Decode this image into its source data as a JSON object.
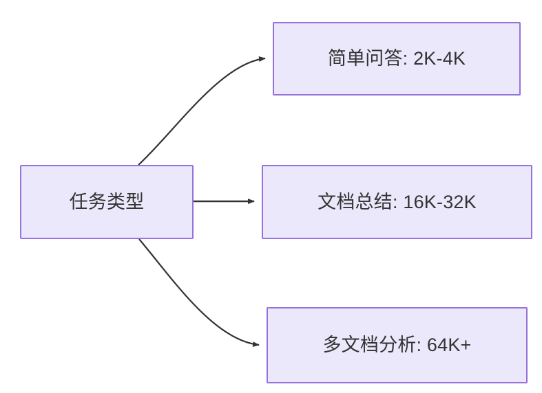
{
  "diagram": {
    "title": "任务类型",
    "type": "flowchart",
    "direction": "left-to-right",
    "theme": {
      "background": "#ffffff",
      "node_fill": "#ebe8fb",
      "node_border": "#9673dc",
      "text_color": "#333333",
      "edge_color": "#333333"
    },
    "nodes": [
      {
        "id": "root",
        "label": "任务类型",
        "role": "source"
      },
      {
        "id": "simple-qa",
        "label": "简单问答: 2K-4K",
        "role": "target"
      },
      {
        "id": "doc-sum",
        "label": "文档总结: 16K-32K",
        "role": "target"
      },
      {
        "id": "multi-doc",
        "label": "多文档分析: 64K+",
        "role": "target"
      }
    ],
    "edges": [
      {
        "id": "edge-root-to-simple-qa",
        "from": "root",
        "to": "simple-qa",
        "label": "",
        "style": "curved",
        "arrowhead": "filled-triangle"
      },
      {
        "id": "edge-root-to-doc-sum",
        "from": "root",
        "to": "doc-sum",
        "label": "",
        "style": "straight",
        "arrowhead": "filled-triangle"
      },
      {
        "id": "edge-root-to-multi-doc",
        "from": "root",
        "to": "multi-doc",
        "label": "",
        "style": "curved",
        "arrowhead": "filled-triangle"
      }
    ]
  }
}
